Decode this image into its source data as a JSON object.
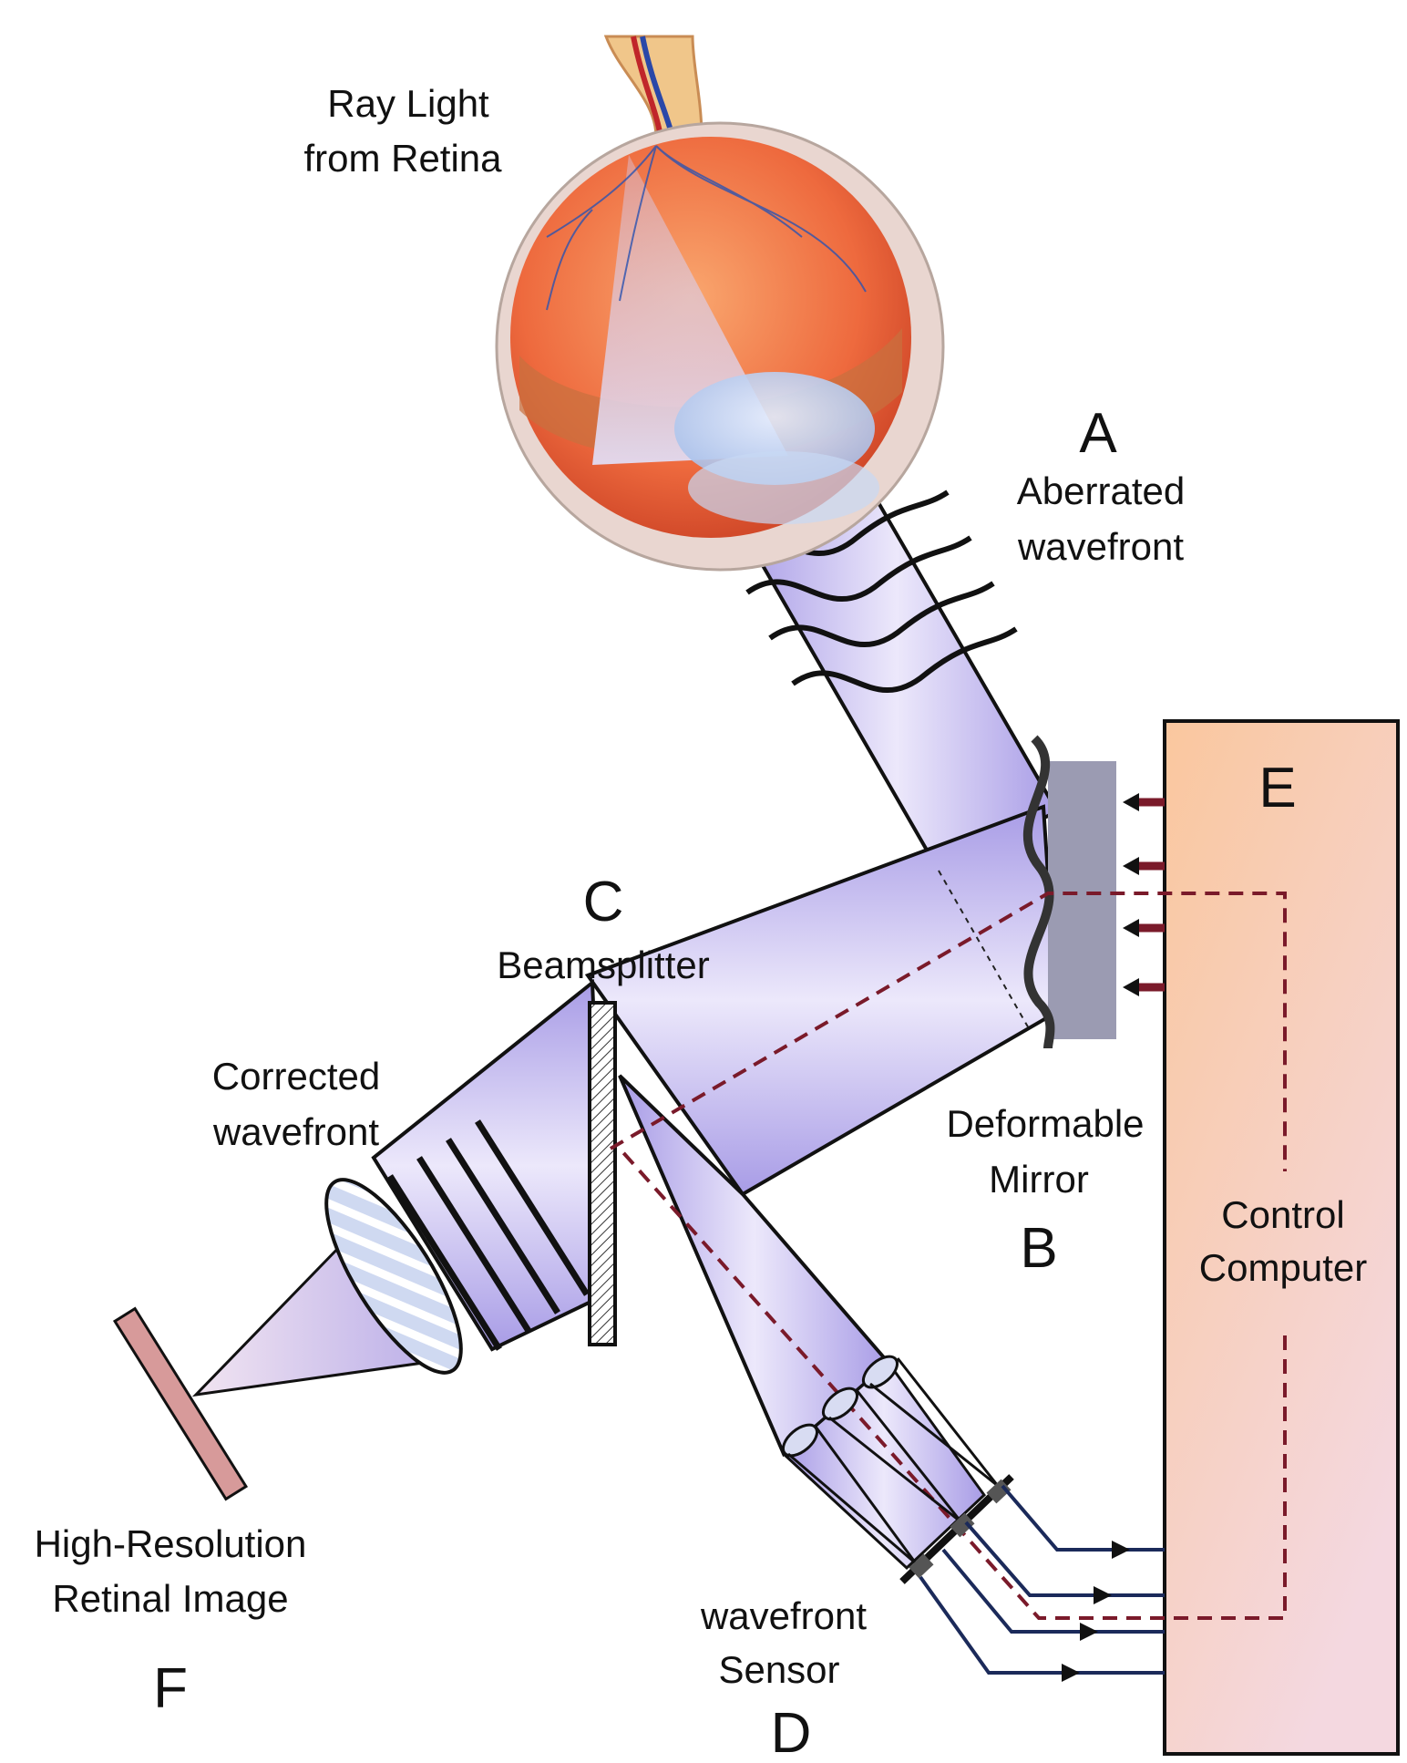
{
  "labels": {
    "ray_light_line1": "Ray Light",
    "ray_light_line2": "from Retina",
    "a_letter": "A",
    "a_line1": "Aberrated",
    "a_line2": "wavefront",
    "b_line1": "Deformable",
    "b_line2": "Mirror",
    "b_letter": "B",
    "c_letter": "C",
    "c_label": "Beamsplitter",
    "corrected_line1": "Corrected",
    "corrected_line2": "wavefront",
    "d_line1": "wavefront",
    "d_line2": "Sensor",
    "d_letter": "D",
    "e_letter": "E",
    "e_line1": "Control",
    "e_line2": "Computer",
    "f_line1": "High-Resolution",
    "f_line2": "Retinal Image",
    "f_letter": "F"
  },
  "colors": {
    "beam": "#b3a8e8",
    "beam_light": "#ece8fb",
    "control_path": "#7a1a2a",
    "sensor_wire": "#1b2a5a",
    "computer_fill": "#f9c9a2",
    "computer_fill_end": "#f5d6dd",
    "retina_plate": "#d79a9a",
    "control_word": "#3a1a52",
    "computer_word": "#9a4a1a"
  }
}
